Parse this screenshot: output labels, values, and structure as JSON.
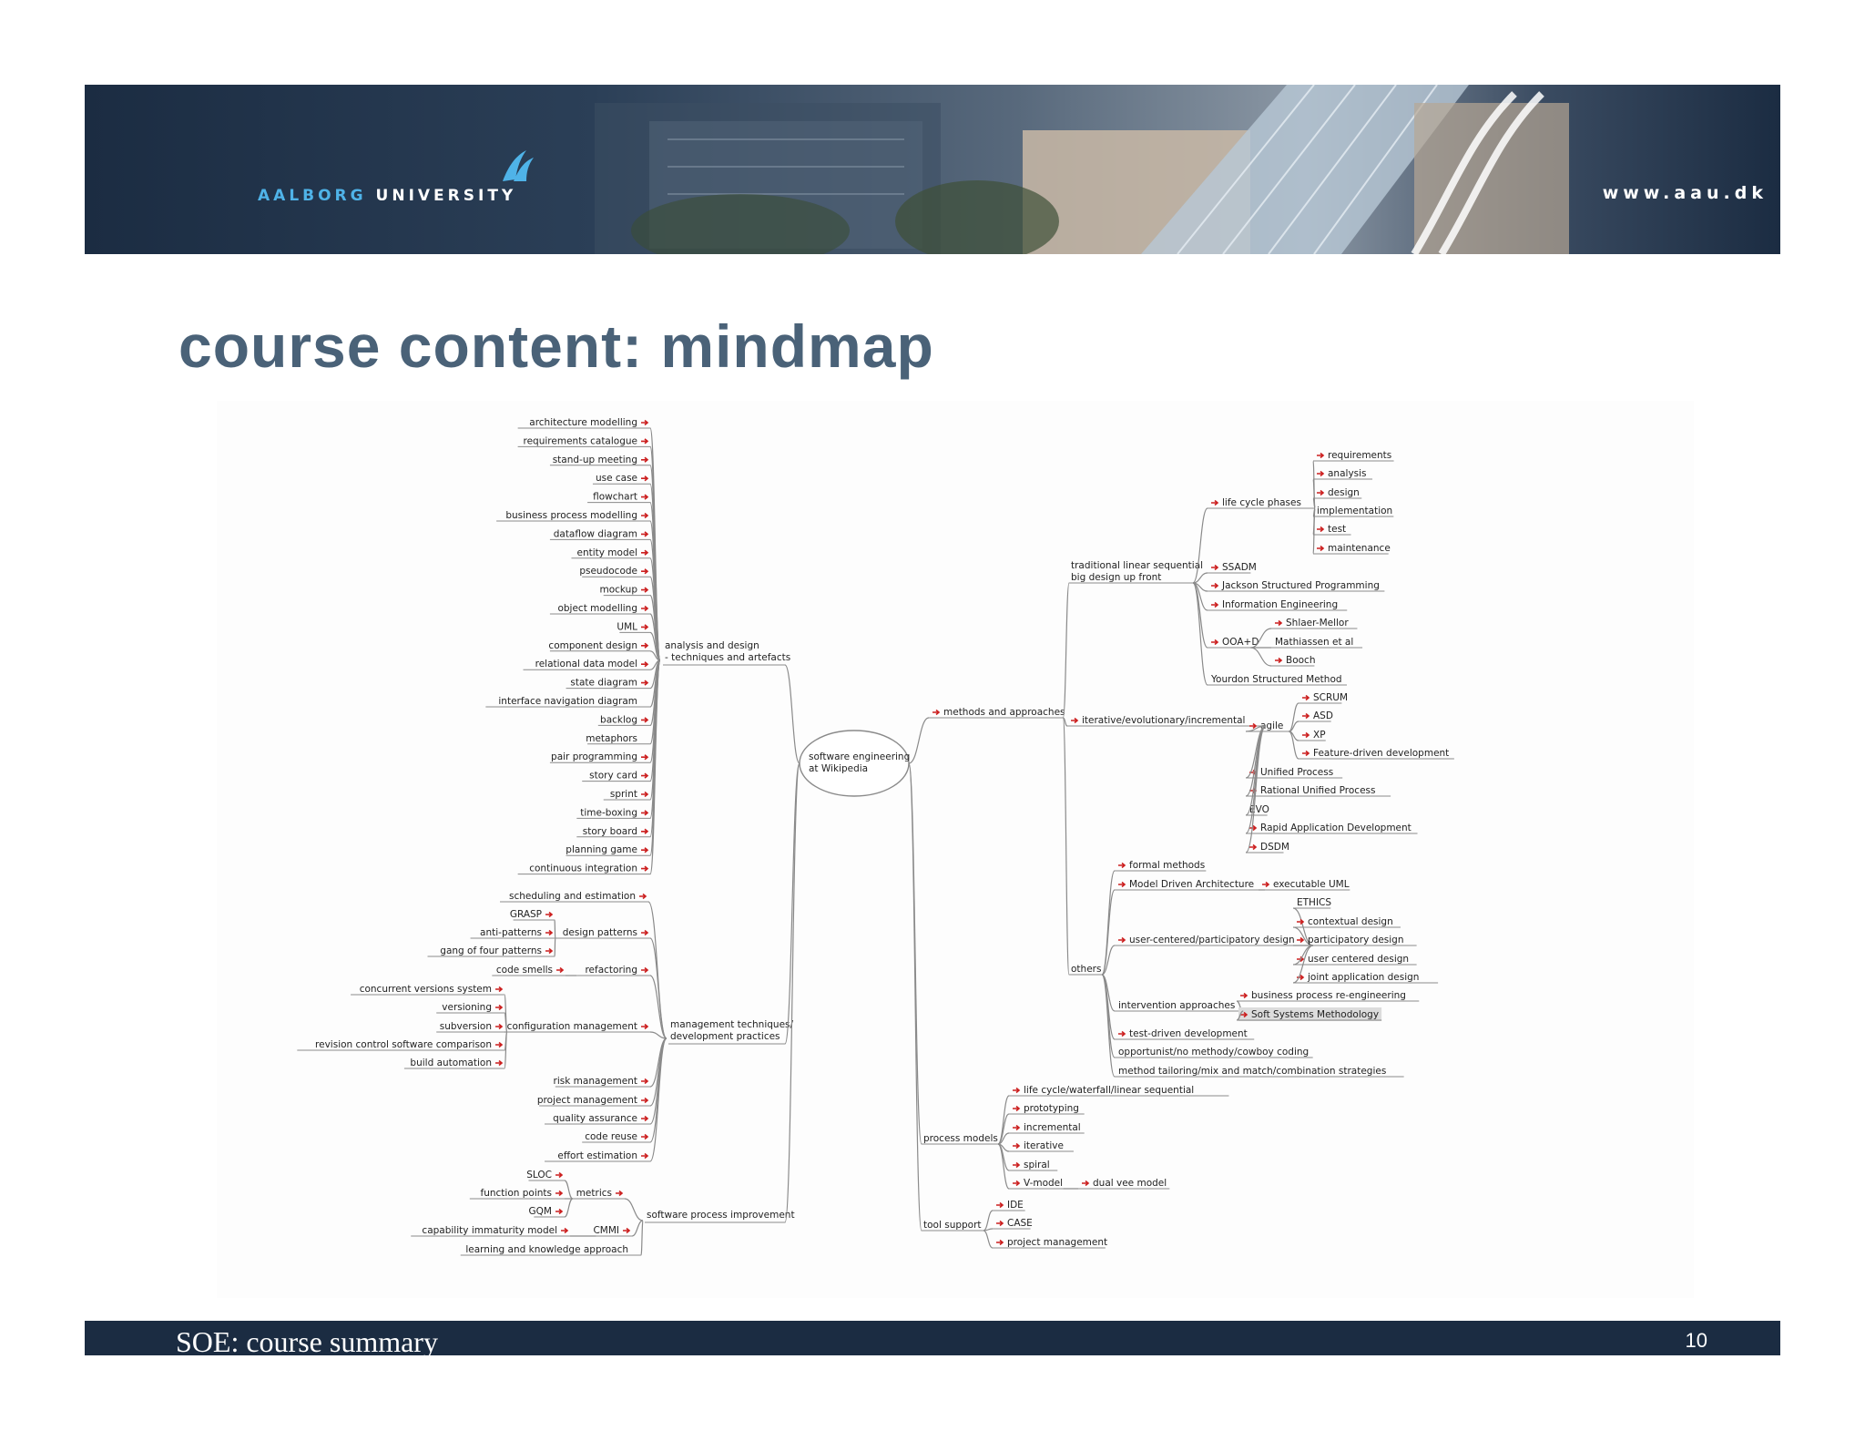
{
  "header": {
    "logo_word1": "AALBORG",
    "logo_word2": "UNIVERSITY",
    "url": "www.aau.dk",
    "banner_color": "#1b2c42",
    "logo_color": "#4fb3e8"
  },
  "slide": {
    "title": "course content: mindmap"
  },
  "mindmap": {
    "root": "software engineering\nat Wikipedia",
    "analysis": {
      "label": "analysis and design\n- techniques and artefacts",
      "items": [
        "architecture modelling",
        "requirements catalogue",
        "stand-up meeting",
        "use case",
        "flowchart",
        "business process modelling",
        "dataflow diagram",
        "entity model",
        "pseudocode",
        "mockup",
        "object modelling",
        "UML",
        "component design",
        "relational data model",
        "state diagram",
        "interface navigation diagram",
        "backlog",
        "metaphors",
        "pair programming",
        "story card",
        "sprint",
        "time-boxing",
        "story board",
        "planning game",
        "continuous integration"
      ]
    },
    "management": {
      "label": "management techniques/\ndevelopment practices",
      "scheduling": "scheduling and estimation",
      "design_patterns": "design patterns",
      "design_pattern_items": [
        "GRASP",
        "anti-patterns",
        "gang of four patterns"
      ],
      "refactoring": "refactoring",
      "refactoring_items": [
        "code smells"
      ],
      "config": "configuration management",
      "config_items": [
        "concurrent versions system",
        "versioning",
        "subversion",
        "revision control software comparison",
        "build automation"
      ],
      "items": [
        "risk management",
        "project management",
        "quality assurance",
        "code reuse",
        "effort estimation"
      ]
    },
    "spi": {
      "label": "software process improvement",
      "metrics": "metrics",
      "metrics_items": [
        "SLOC",
        "function points",
        "GQM"
      ],
      "cmmi": "CMMI",
      "cmmi_items": [
        "capability immaturity model"
      ],
      "learning": "learning and knowledge approach"
    },
    "methods": {
      "label": "methods and approaches",
      "traditional": "traditional linear sequential\nbig design up front",
      "lifecycle": "life cycle phases",
      "lifecycle_items": [
        "requirements",
        "analysis",
        "design",
        "implementation",
        "test",
        "maintenance"
      ],
      "ssadm": "SSADM",
      "jackson": "Jackson Structured Programming",
      "infoeng": "Information Engineering",
      "ooad": "OOA+D",
      "ooad_items": [
        "Shlaer-Mellor",
        "Mathiassen et al",
        "Booch"
      ],
      "yourdon": "Yourdon Structured Method",
      "iterative": "iterative/evolutionary/incremental",
      "agile": "agile",
      "agile_items": [
        "SCRUM",
        "ASD",
        "XP",
        "Feature-driven development"
      ],
      "iterative_items": [
        "Unified Process",
        "Rational Unified Process",
        "EVO",
        "Rapid Application Development",
        "DSDM"
      ],
      "others": "others",
      "formal": "formal methods",
      "mda": "Model Driven Architecture",
      "exec_uml": "executable UML",
      "ucd": "user-centered/participatory design",
      "ucd_items": [
        "ETHICS",
        "contextual design",
        "participatory design",
        "user centered design",
        "joint application design"
      ],
      "intervention": "intervention approaches",
      "intervention_items": [
        "business process re-engineering",
        "Soft Systems Methodology"
      ],
      "tdd": "test-driven development",
      "opportunist": "opportunist/no methody/cowboy coding",
      "tailoring": "method tailoring/mix and match/combination strategies"
    },
    "process": {
      "label": "process models",
      "items": [
        "life cycle/waterfall/linear sequential",
        "prototyping",
        "incremental",
        "iterative",
        "spiral",
        "V-model"
      ],
      "dual": "dual vee model"
    },
    "tools": {
      "label": "tool support",
      "items": [
        "IDE",
        "CASE",
        "project management"
      ]
    }
  },
  "footer": {
    "text": "SOE: course summary",
    "page": "10"
  }
}
